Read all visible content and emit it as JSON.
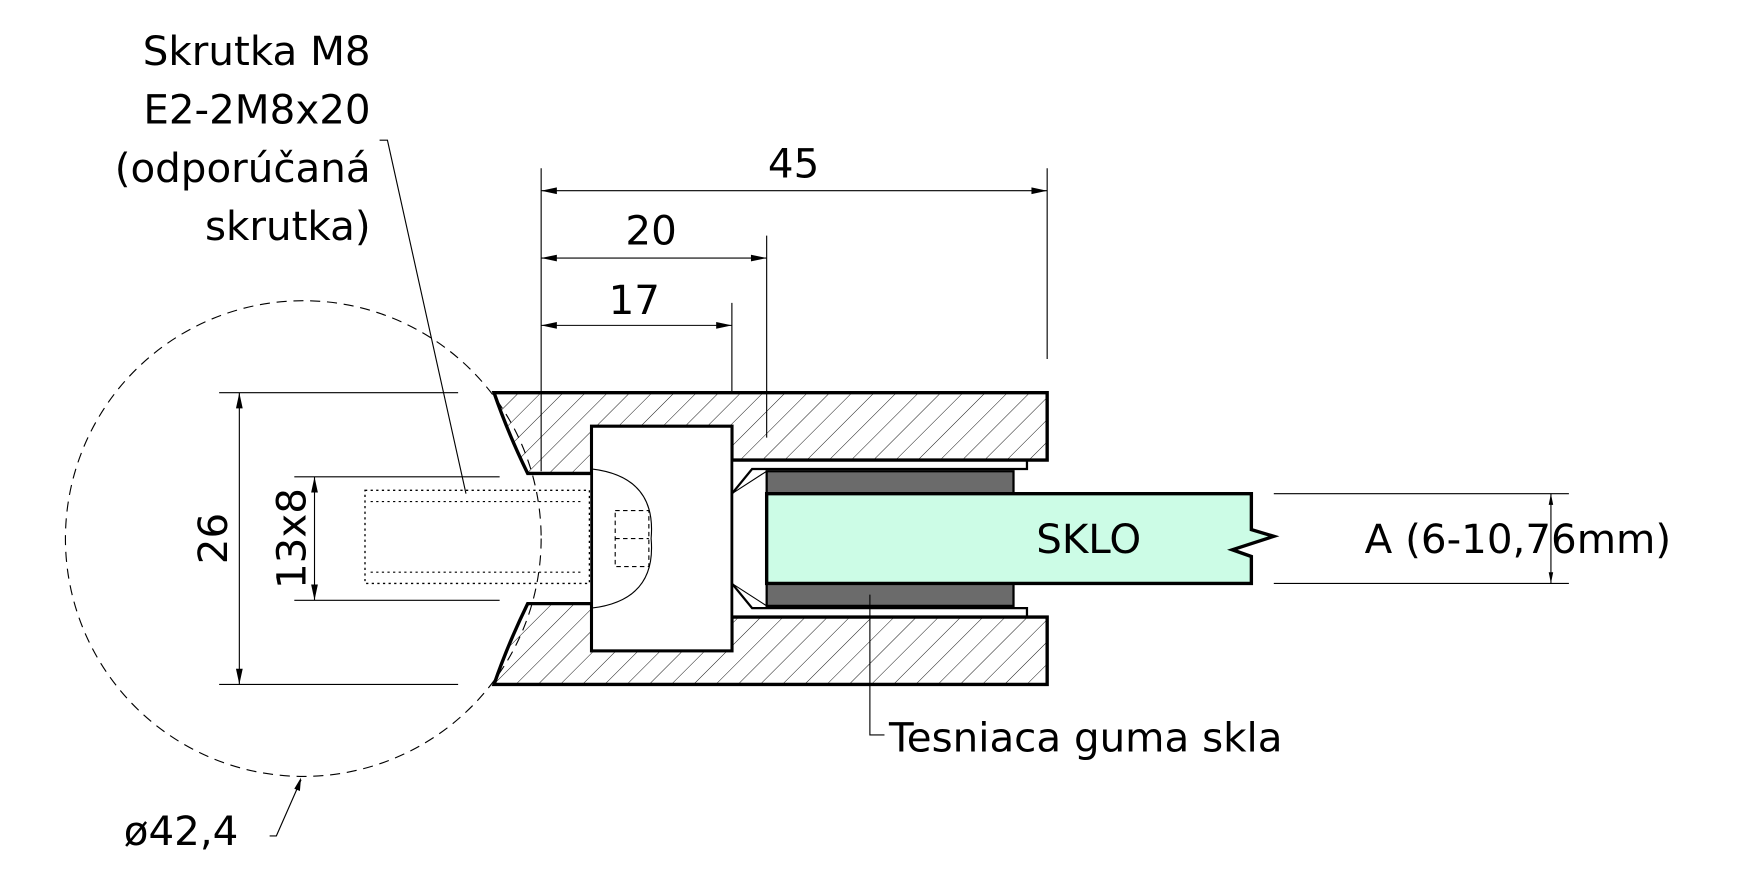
{
  "screw_label": [
    "Skrutka M8",
    "E2-2M8x20",
    "(odporúčaná",
    "skrutka)"
  ],
  "dimensions": {
    "overall_depth": "45",
    "pocket_depth": "20",
    "screw_head_depth": "17",
    "height": "26",
    "bolt_spacing": "13x8",
    "pipe_diameter": "ø42,4",
    "glass_thickness": "A (6-10,76mm)"
  },
  "glass_label": "SKLO",
  "gasket_label": "Tesniaca guma skla",
  "colors": {
    "glass": "#ccfce6",
    "gasket": "#6b6b6b",
    "line": "#000000"
  }
}
